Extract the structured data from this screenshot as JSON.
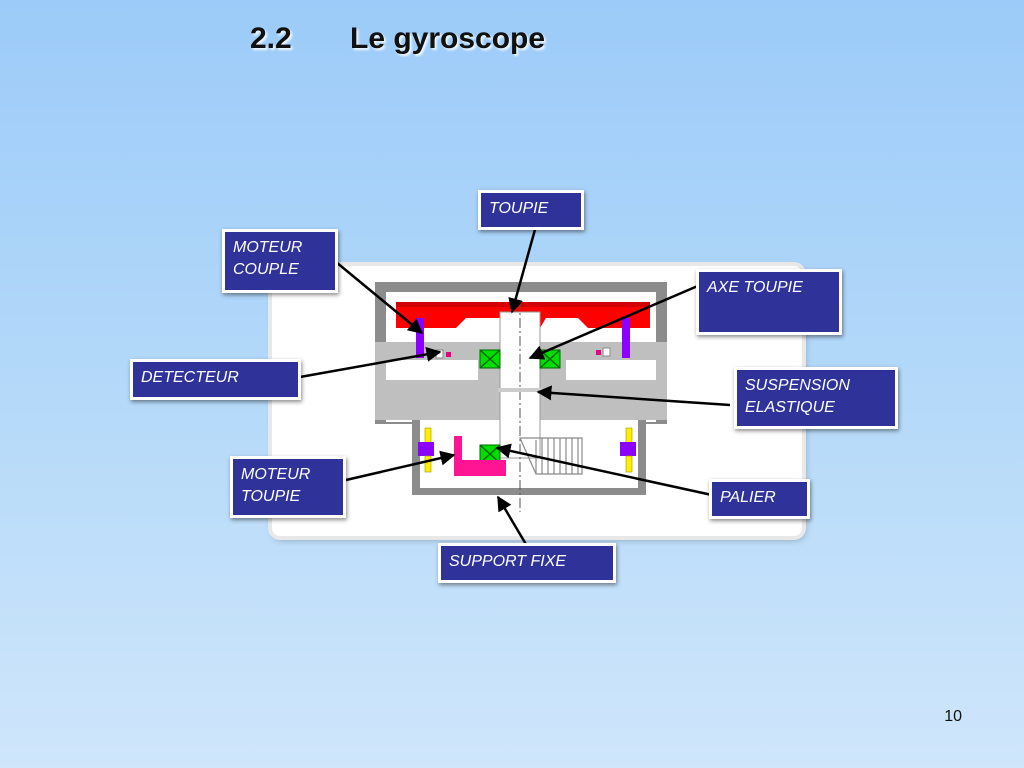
{
  "slide": {
    "title_number": "2.2",
    "title_text": "Le gyroscope",
    "page_number": "10"
  },
  "labels": {
    "toupie": "TOUPIE",
    "moteur_couple": "MOTEUR\nCOUPLE",
    "axe_toupie": "AXE TOUPIE",
    "detecteur": "DETECTEUR",
    "suspension_elastique": "SUSPENSION\nELASTIQUE",
    "moteur_toupie": "MOTEUR\nTOUPIE",
    "palier": "PALIER",
    "support_fixe": "SUPPORT FIXE"
  },
  "colors": {
    "background_top": "#9ccbf9",
    "label_box": "#2f3399",
    "rotor": "#ff0000",
    "torque_motor": "#8b00ff",
    "bearing": "#00e000",
    "spin_motor": "#ff1493",
    "frame": "#808080"
  }
}
